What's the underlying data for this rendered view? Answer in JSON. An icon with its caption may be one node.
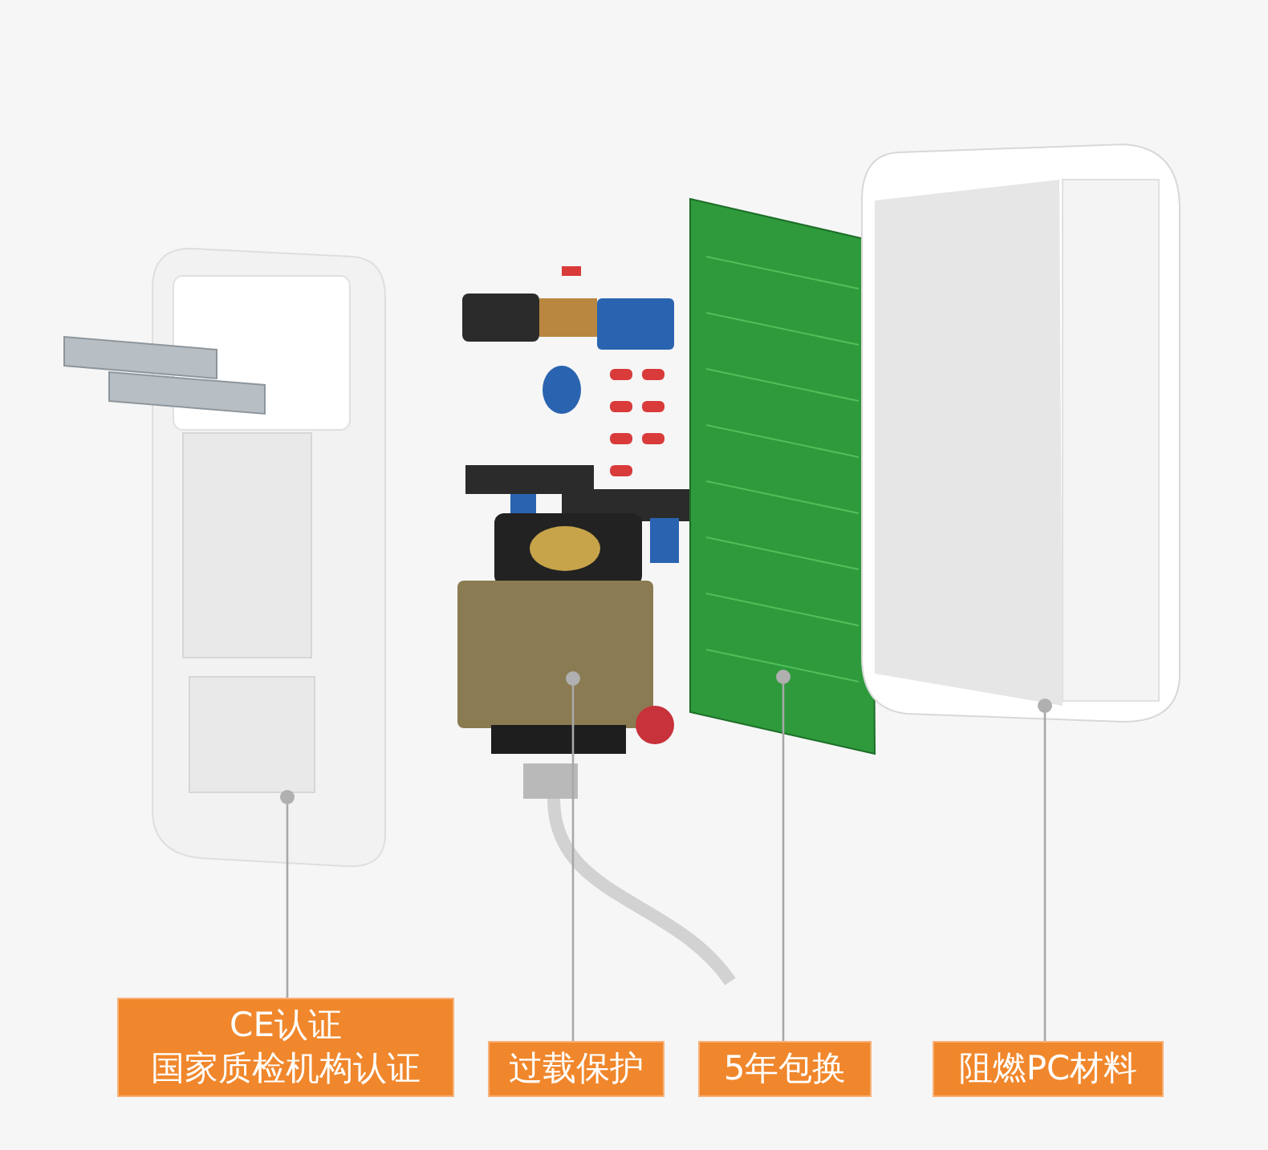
{
  "diagram": {
    "nodes": [
      {
        "text": [],
        "shape": "picture"
      },
      {
        "text": [],
        "shape": "picture"
      },
      {
        "text": [],
        "shape": "picture"
      },
      {
        "text": [],
        "shape": "picture"
      },
      {
        "text": [
          "CE认证",
          "国家质检机构认证"
        ]
      },
      {
        "text": [
          "过载保护"
        ]
      },
      {
        "text": [
          "5年包换"
        ]
      },
      {
        "text": [
          "阻燃PC材料"
        ]
      }
    ],
    "edges": [
      {
        "from": 4,
        "to": 0,
        "arrow": "other"
      },
      {
        "from": 5,
        "to": 1,
        "arrow": "other"
      },
      {
        "from": 6,
        "to": 2,
        "arrow": "other"
      },
      {
        "from": 7,
        "to": 3,
        "arrow": "other"
      }
    ]
  }
}
